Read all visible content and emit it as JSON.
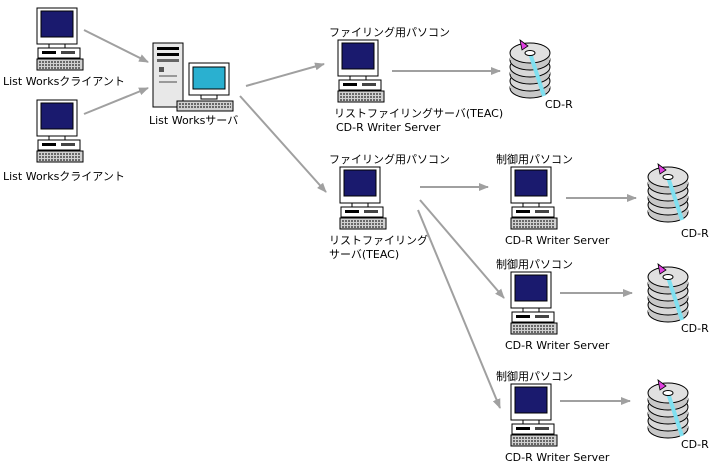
{
  "labels": {
    "client1": "List Worksクライアント",
    "client2": "List Worksクライアント",
    "server": "List Worksサーバ",
    "filing_pc_top_title": "ファイリング用パソコン",
    "filing_pc_top_caption1": "リストファイリングサーバ(TEAC)",
    "filing_pc_top_caption2": "CD-R Writer Server",
    "filing_pc_mid_title": "ファイリング用パソコン",
    "filing_pc_mid_caption1": "リストファイリング",
    "filing_pc_mid_caption2": "サーバ(TEAC)",
    "control_pc_1_title": "制御用パソコン",
    "control_pc_1_caption": "CD-R Writer Server",
    "control_pc_2_title": "制御用パソコン",
    "control_pc_2_caption": "CD-R Writer Server",
    "control_pc_3_title": "制御用パソコン",
    "control_pc_3_caption": "CD-R Writer Server",
    "cdr_1": "CD-R",
    "cdr_2": "CD-R",
    "cdr_3": "CD-R",
    "cdr_4": "CD-R"
  },
  "colors": {
    "arrow": "#a0a0a0",
    "screen": "#1a1a6e",
    "server_screen": "#2ab0d0",
    "disc": "#c8c8c8",
    "disc_stripe": "#7fe0f0",
    "disc_hub": "#e040e0"
  },
  "icons": {
    "computer": "desktop-computer-icon",
    "server": "server-tower-icon",
    "cdr": "cd-r-stack-icon"
  }
}
